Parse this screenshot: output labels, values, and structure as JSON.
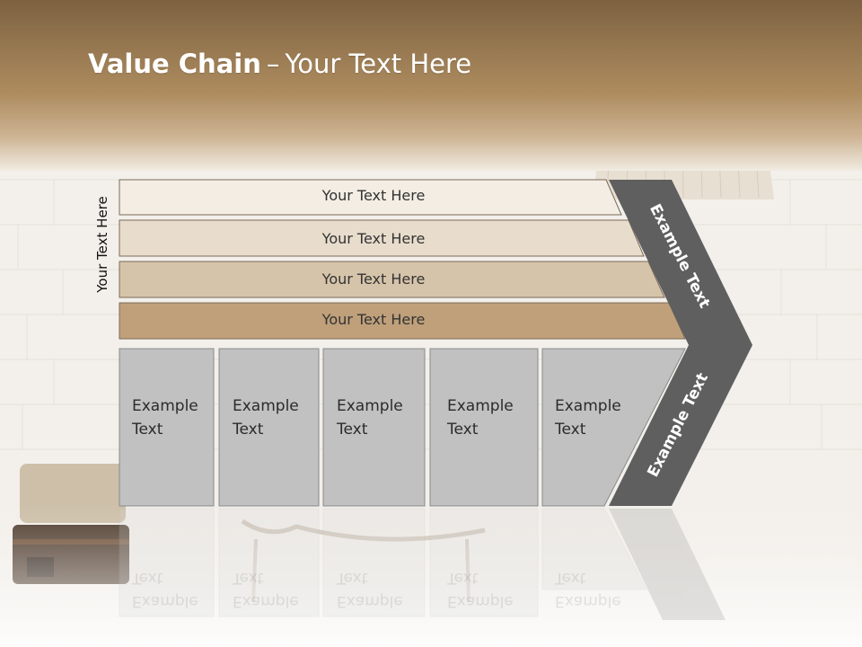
{
  "title": {
    "bold": "Value Chain",
    "separator": "–",
    "rest": "Your Text Here"
  },
  "side_label": "Your Text Here",
  "rows": [
    {
      "label": "Your Text Here"
    },
    {
      "label": "Your Text Here"
    },
    {
      "label": "Your Text Here"
    },
    {
      "label": "Your Text Here"
    }
  ],
  "boxes": [
    {
      "line1": "Example",
      "line2": "Text"
    },
    {
      "line1": "Example",
      "line2": "Text"
    },
    {
      "line1": "Example",
      "line2": "Text"
    },
    {
      "line1": "Example",
      "line2": "Text"
    },
    {
      "line1": "Example",
      "line2": "Text"
    }
  ],
  "chevron": {
    "upper_label": "Example Text",
    "lower_label": "Example Text"
  },
  "colors": {
    "header_band": "#8a6a40",
    "row1": "#f3ede4",
    "row2": "#e8ddcc",
    "row3": "#d6c4aa",
    "row4": "#bfa07a",
    "box": "#c1c1c1",
    "chevron": "#5f5f5f"
  }
}
